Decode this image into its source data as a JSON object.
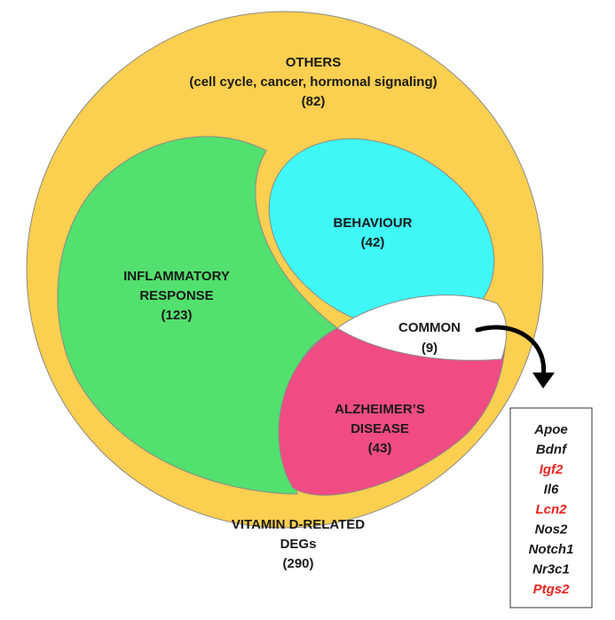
{
  "colors": {
    "others": "#fbcf4f",
    "inflammatory": "#52e06e",
    "behaviour": "#3ff8f6",
    "alzheimers": "#f04c83",
    "common": "#ffffff",
    "gene_normal": "#1a1a1a",
    "gene_highlight": "#e8231f"
  },
  "sets": {
    "others": {
      "title": "OTHERS",
      "subtitle": "(cell cycle, cancer, hormonal signaling)",
      "count": "(82)"
    },
    "inflammatory": {
      "line1": "INFLAMMATORY",
      "line2": "RESPONSE",
      "count": "(123)"
    },
    "behaviour": {
      "title": "BEHAVIOUR",
      "count": "(42)"
    },
    "common": {
      "title": "COMMON",
      "count": "(9)"
    },
    "alzheimers": {
      "line1": "ALZHEIMER’S",
      "line2": "DISEASE",
      "count": "(43)"
    },
    "total": {
      "line1": "VITAMIN D-RELATED",
      "line2": "DEGs",
      "count": "(290)"
    }
  },
  "arrow_icon": "curved-arrow-down",
  "genes": [
    {
      "name": "Apoe",
      "highlight": false
    },
    {
      "name": "Bdnf",
      "highlight": false
    },
    {
      "name": "Igf2",
      "highlight": true
    },
    {
      "name": "Il6",
      "highlight": false
    },
    {
      "name": "Lcn2",
      "highlight": true
    },
    {
      "name": "Nos2",
      "highlight": false
    },
    {
      "name": "Notch1",
      "highlight": false
    },
    {
      "name": "Nr3c1",
      "highlight": false
    },
    {
      "name": "Ptgs2",
      "highlight": true
    }
  ]
}
